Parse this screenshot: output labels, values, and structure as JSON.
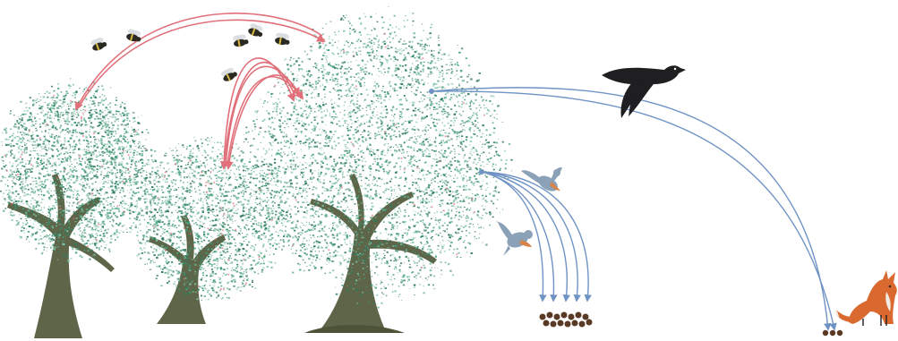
{
  "colors": {
    "background": "#ffffff",
    "foliage_dark": "#2f7a5c",
    "foliage_mid": "#3f9a78",
    "foliage_light": "#7fc3a6",
    "trunk": "#5e6548",
    "trunk_dark": "#4d5339",
    "pollination_arrow": "#e0707a",
    "dispersal_arrow": "#6f93c4",
    "bee_body": "#2b2a22",
    "bee_stripe": "#d9b840",
    "bee_wing": "#d8dde0",
    "crow": "#1f1f22",
    "small_bird_body": "#8aa1b8",
    "small_bird_breast": "#d6844a",
    "fox": "#d9692e",
    "fox_white": "#f3ece4",
    "seed": "#5a3a25"
  },
  "figure": {
    "trees": [
      {
        "name": "left-tree"
      },
      {
        "name": "middle-tree"
      },
      {
        "name": "right-tree"
      }
    ],
    "pollinator_icon": "bee-icon",
    "bee_count": 6,
    "disperser_icons": [
      "crow-icon",
      "small-bird-icon",
      "fox-icon"
    ],
    "seed_pile_icons": [
      "seed-pile-icon"
    ]
  }
}
